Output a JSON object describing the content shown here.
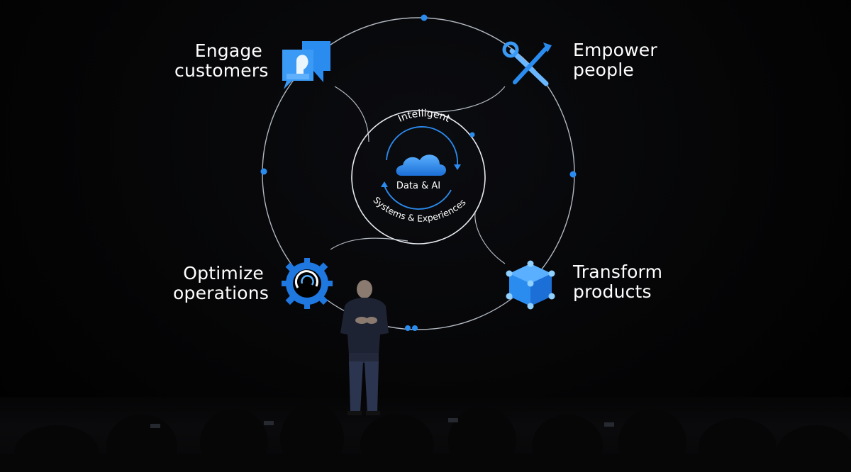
{
  "slide": {
    "quadrants": {
      "engage": {
        "line1": "Engage",
        "line2": "customers",
        "icon": "chat-bubbles-icon"
      },
      "empower": {
        "line1": "Empower",
        "line2": "people",
        "icon": "tools-icon"
      },
      "optimize": {
        "line1": "Optimize",
        "line2": "operations",
        "icon": "gear-icon"
      },
      "transform": {
        "line1": "Transform",
        "line2": "products",
        "icon": "cube-icon"
      }
    },
    "center": {
      "top_text": "Intelligent",
      "middle_text": "Data & AI",
      "bottom_text": "Systems & Experiences",
      "icon": "cloud-icon"
    }
  },
  "colors": {
    "accent_blue": "#2b8cf0",
    "light_blue": "#5ab0ff",
    "ring_gray": "#cfd6e0",
    "background": "#000000",
    "text": "#ffffff"
  }
}
